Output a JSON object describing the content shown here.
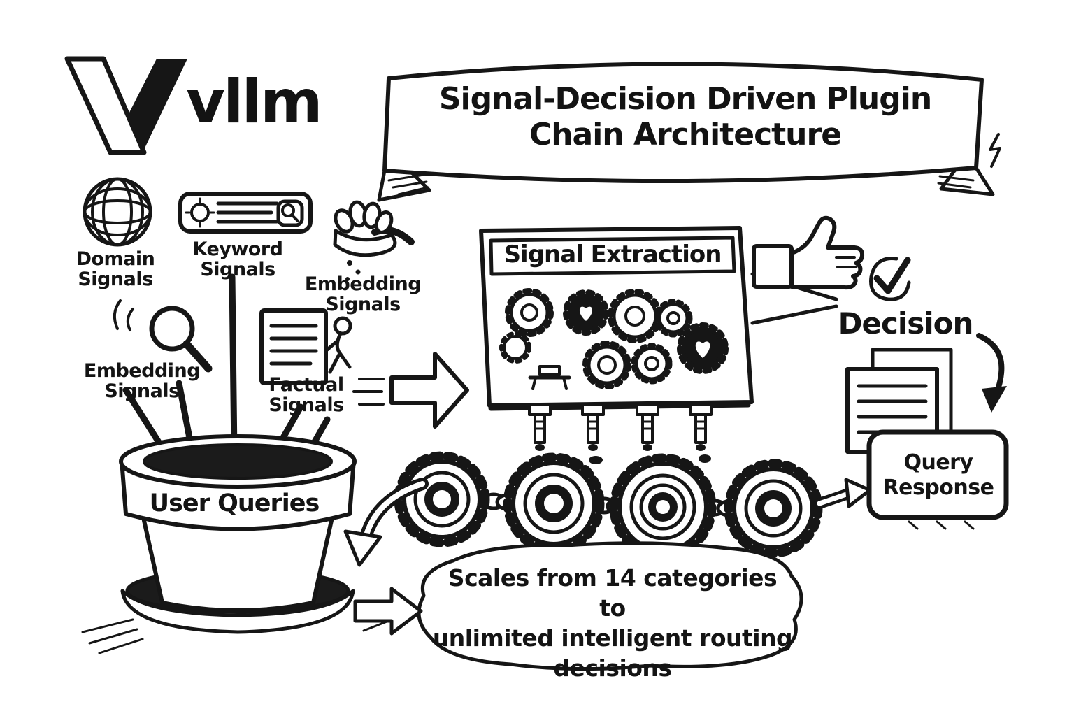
{
  "logo": {
    "brand": "vllm"
  },
  "banner": {
    "line1": "Signal-Decision Driven Plugin",
    "line2": "Chain Architecture"
  },
  "signals": {
    "domain": {
      "label": "Domain Signals"
    },
    "keyword": {
      "label": "Keyword Signals"
    },
    "embedding_top": {
      "label": "Embedding Signals"
    },
    "embedding_left": {
      "label": "Embedding Signals"
    },
    "factual": {
      "label": "Factual Signals"
    }
  },
  "pot": {
    "label": "User Queries"
  },
  "extraction": {
    "title": "Signal Extraction"
  },
  "decision": {
    "label": "Decision"
  },
  "response": {
    "label": "Query Response"
  },
  "bubble": {
    "line1": "Scales from 14 categories to",
    "line2": "unlimited intelligent routing",
    "line3": "decisions"
  },
  "colors": {
    "ink": "#161616",
    "paper": "#ffffff"
  }
}
